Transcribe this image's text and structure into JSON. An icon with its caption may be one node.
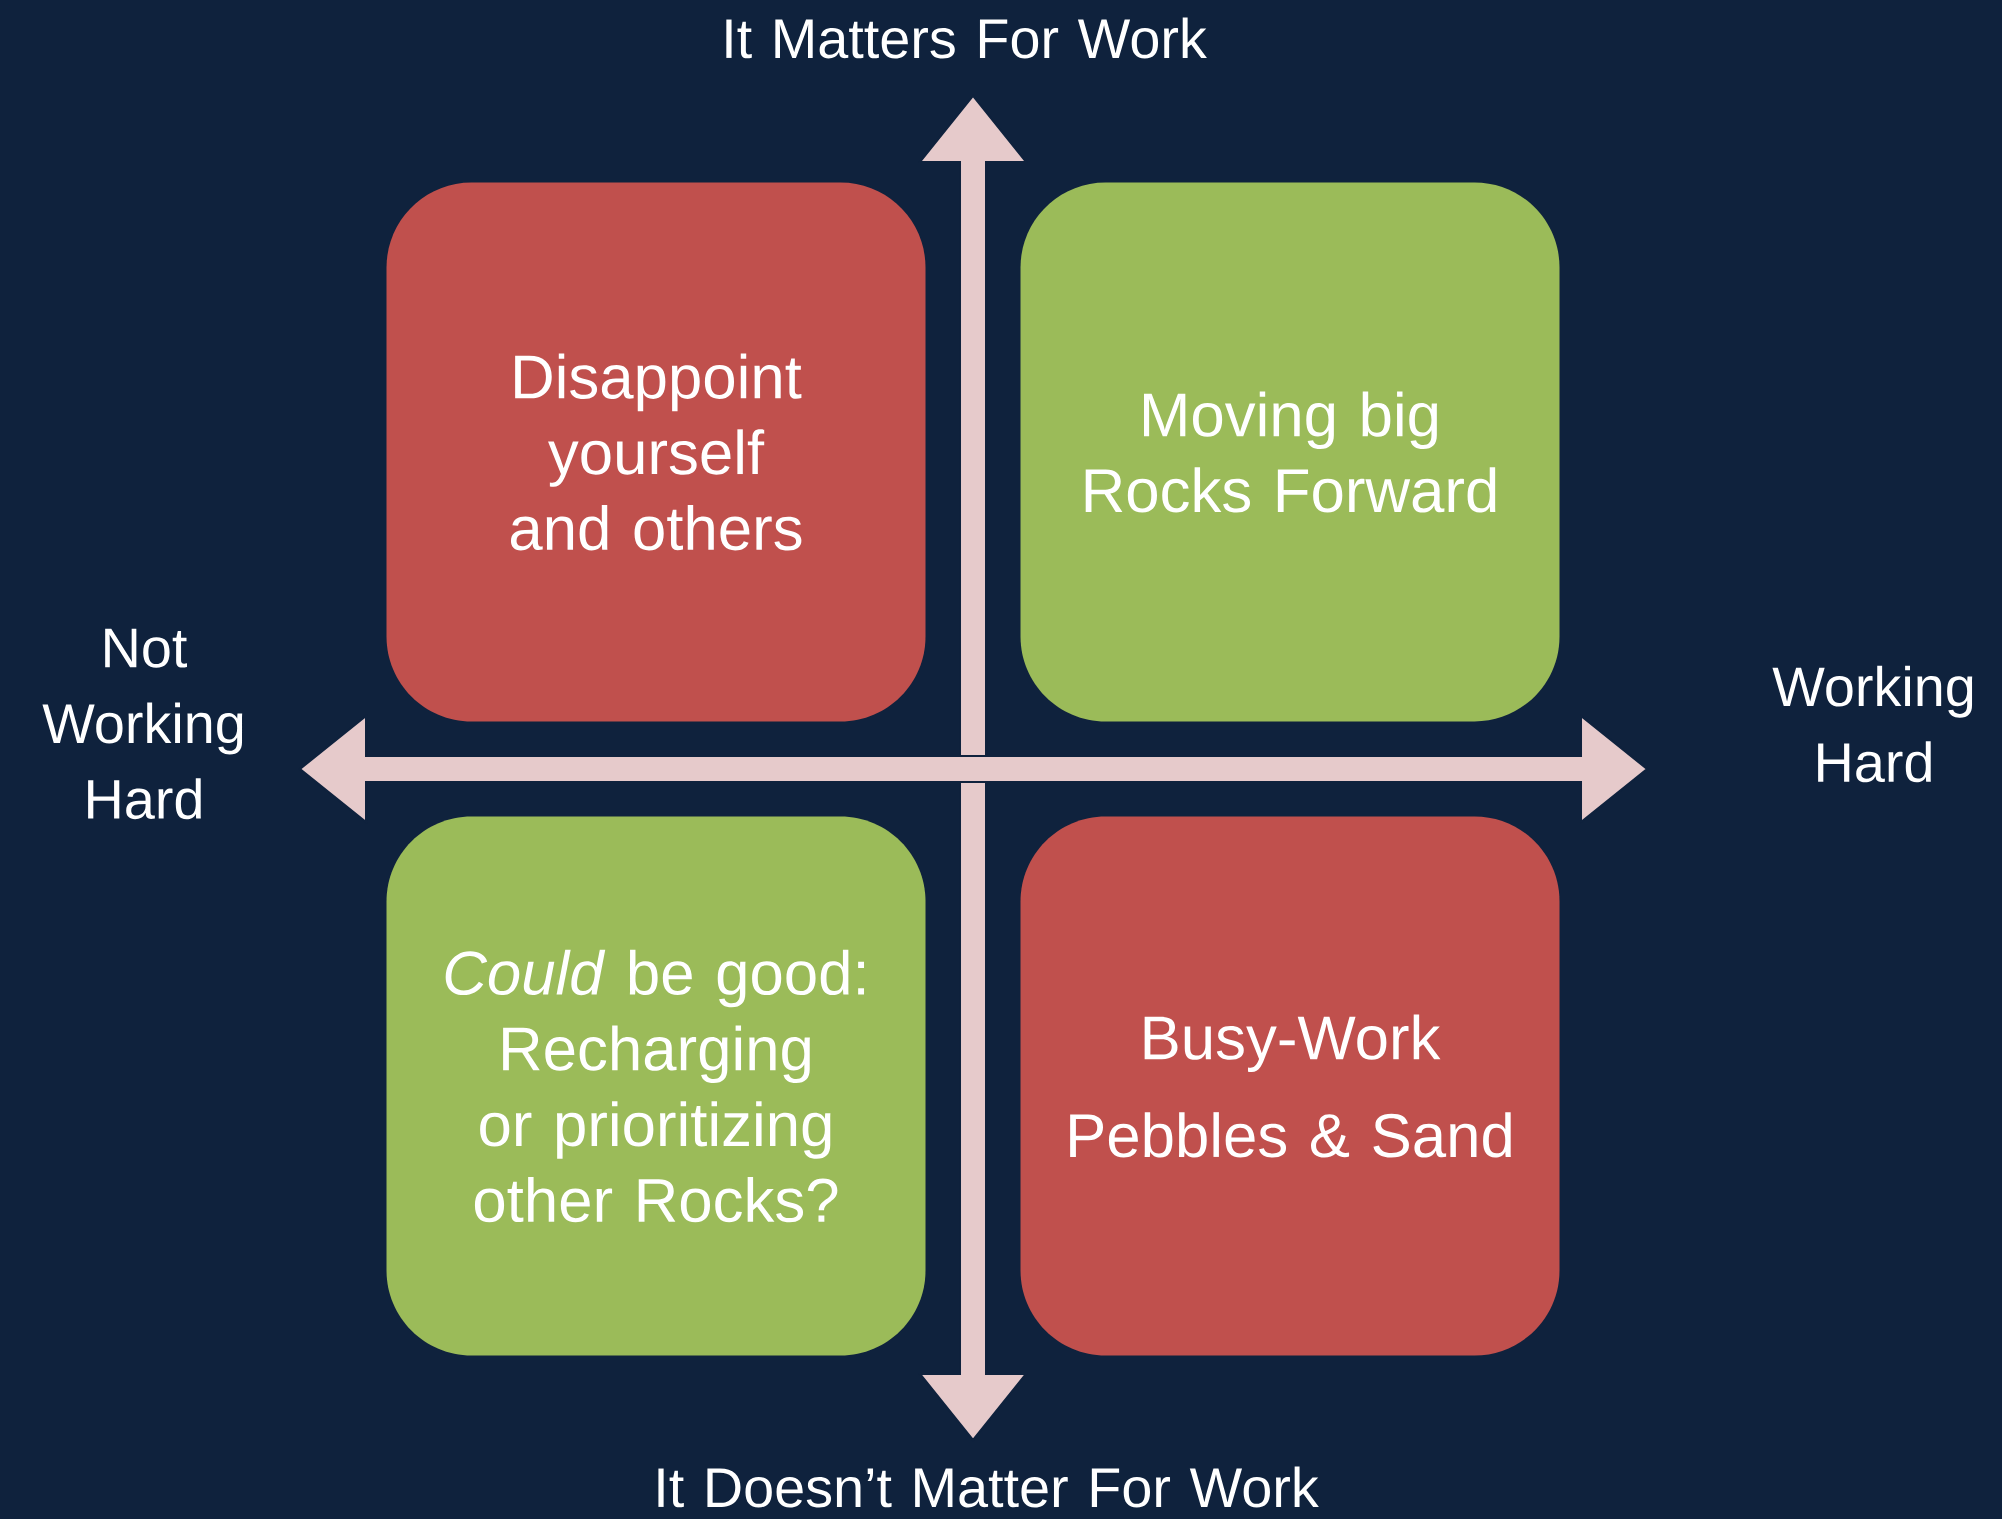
{
  "diagram": {
    "nodes": [
      {
        "text": [
          "Disappoint yourself and others"
        ]
      },
      {
        "text": [
          "Moving big Rocks Forward"
        ]
      },
      {
        "text": [
          "*Could* be good: Recharging or prioritizing other Rocks?"
        ]
      },
      {
        "text": [
          "Busy-Work",
          "Pebbles & Sand"
        ]
      }
    ],
    "labels": [
      "It Matters For Work",
      "Not Working Hard",
      "Working Hard",
      "It Doesn’t Matter For Work"
    ]
  }
}
